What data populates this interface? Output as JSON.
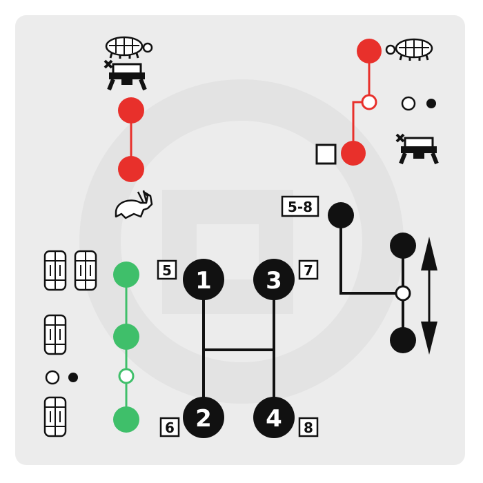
{
  "colors": {
    "background": "#ffffff",
    "decal": "#ececec",
    "watermark": "#e3e3e3",
    "ink": "#111111",
    "red": "#e8302b",
    "green": "#3fbf6a"
  },
  "icons": {
    "tortoise": "tortoise-icon",
    "hare": "hare-icon",
    "tractor": "tractor-icon",
    "wheel": "wheel-icon",
    "neutral": "neutral-symbol-icon",
    "double_arrow": "double-arrow-icon"
  },
  "labels": {
    "box_5": "5",
    "box_6": "6",
    "box_7": "7",
    "box_8": "8",
    "box_5_8": "5-8"
  },
  "gears": {
    "g1": "1",
    "g2": "2",
    "g3": "3",
    "g4": "4"
  }
}
